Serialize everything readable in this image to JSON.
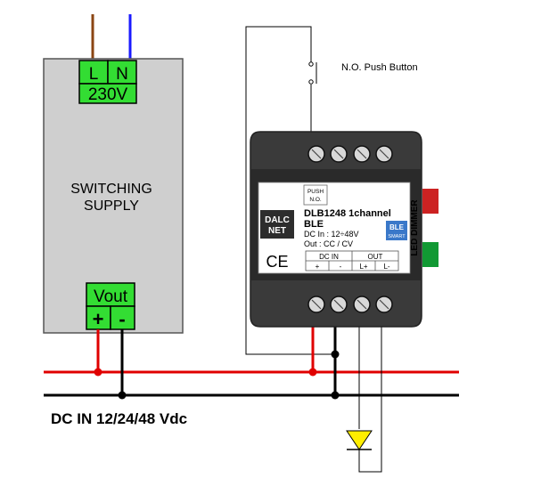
{
  "supply": {
    "label_line1": "SWITCHING",
    "label_line2": "SUPPLY",
    "input_l": "L",
    "input_n": "N",
    "input_voltage": "230V",
    "output_label": "Vout",
    "output_plus": "+",
    "output_minus": "-"
  },
  "push_button": {
    "label": "N.O. Push Button"
  },
  "dimmer": {
    "brand_line1": "DALC",
    "brand_line2": "NET",
    "model": "DLB1248 1channel",
    "model_line2": "BLE",
    "spec_dc_in": "DC In : 12÷48V",
    "spec_out": "Out : CC / CV",
    "push_label_line1": "PUSH",
    "push_label_line2": "N.O.",
    "ce_mark": "CE",
    "ble_badge_line1": "BLE",
    "ble_badge_line2": "SMART",
    "side_label": "LED DIMMER",
    "terminal_group_dc": "DC IN",
    "terminal_group_out": "OUT",
    "terminal_plus": "+",
    "terminal_minus": "-",
    "terminal_lplus": "L+",
    "terminal_lminus": "L-"
  },
  "bus": {
    "label": "DC IN 12/24/48 Vdc"
  },
  "colors": {
    "brown_wire": "#8B4513",
    "blue_wire": "#1a1aff",
    "red_wire": "#e00000",
    "black_wire": "#000000",
    "terminal_green": "#33dd33",
    "supply_gray": "#cfcfcf",
    "dimmer_body": "#3a3a3a",
    "led_yellow": "#ffee00",
    "red_indicator": "#cc2222",
    "green_indicator": "#119933",
    "ble_blue": "#3a78c9"
  }
}
